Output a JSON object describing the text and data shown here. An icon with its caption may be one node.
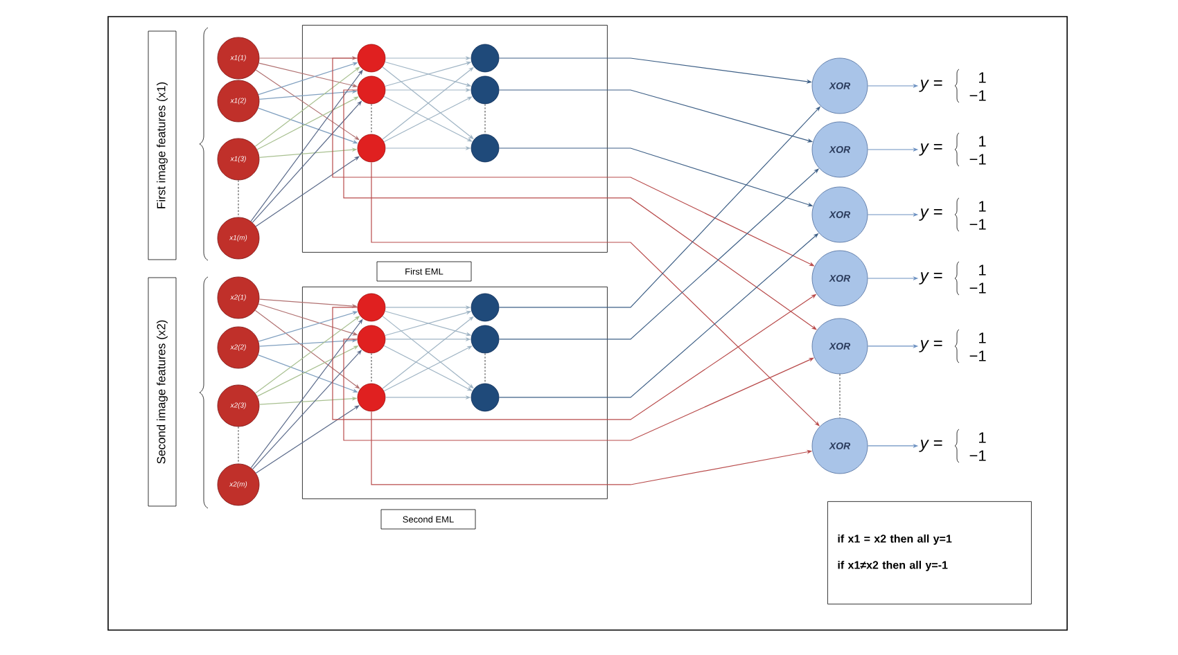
{
  "diagram": {
    "nodes": [
      {
        "text": [
          "First image features (x1)"
        ]
      },
      {
        "text": [
          "First EML"
        ]
      },
      {
        "text": [
          "x1(1)"
        ]
      },
      {
        "text": [
          "x1(2)"
        ]
      },
      {
        "text": [
          "x1(3)"
        ]
      },
      {
        "text": [
          "x1(m)"
        ]
      },
      {
        "text": [],
        "shape": "circle",
        "in": 1
      },
      {
        "text": [],
        "shape": "circle",
        "in": 1
      },
      {
        "text": [],
        "shape": "circle",
        "in": 1
      },
      {
        "text": [],
        "shape": "circle",
        "in": 1
      },
      {
        "text": [],
        "shape": "circle",
        "in": 1
      },
      {
        "text": [],
        "shape": "circle",
        "in": 1
      },
      {
        "text": [
          "Second image features (x2)"
        ]
      },
      {
        "text": [
          "Second EML"
        ]
      },
      {
        "text": [
          "x2(1)"
        ]
      },
      {
        "text": [
          "x2(2)"
        ]
      },
      {
        "text": [
          "x2(3)"
        ]
      },
      {
        "text": [
          "x2(m)"
        ]
      },
      {
        "text": [],
        "shape": "circle",
        "in": 13
      },
      {
        "text": [],
        "shape": "circle",
        "in": 13
      },
      {
        "text": [],
        "shape": "circle",
        "in": 13
      },
      {
        "text": [],
        "shape": "circle",
        "in": 13
      },
      {
        "text": [],
        "shape": "circle",
        "in": 13
      },
      {
        "text": [],
        "shape": "circle",
        "in": 13
      },
      {
        "text": [
          "XOR"
        ]
      },
      {
        "text": [
          "XOR"
        ]
      },
      {
        "text": [
          "XOR"
        ]
      },
      {
        "text": [
          "XOR"
        ]
      },
      {
        "text": [
          "XOR"
        ]
      },
      {
        "text": [
          "XOR"
        ]
      },
      {
        "text": [
          "y =",
          "1",
          "−1"
        ]
      },
      {
        "text": [
          "y =",
          "1",
          "−1"
        ]
      },
      {
        "text": [
          "y =",
          "1",
          "−1"
        ]
      },
      {
        "text": [
          "y =",
          "1",
          "−1"
        ]
      },
      {
        "text": [
          "y =",
          "1",
          "−1"
        ]
      },
      {
        "text": [
          "y =",
          "1",
          "−1"
        ]
      },
      {
        "text": [
          "if x1 = x2 then all y=1",
          "if x1≠x2 then all y=-1"
        ]
      }
    ],
    "edges": [
      {
        "from": 2,
        "to": 6,
        "arrow": "to",
        "color": "#b07070"
      },
      {
        "from": 2,
        "to": 7,
        "arrow": "to",
        "color": "#b07070"
      },
      {
        "from": 2,
        "to": 8,
        "arrow": "to",
        "color": "#b07070"
      },
      {
        "from": 3,
        "to": 6,
        "arrow": "to",
        "color": "#7f9fbf"
      },
      {
        "from": 3,
        "to": 7,
        "arrow": "to",
        "color": "#7f9fbf"
      },
      {
        "from": 3,
        "to": 8,
        "arrow": "to",
        "color": "#7f9fbf"
      },
      {
        "from": 4,
        "to": 6,
        "arrow": "to",
        "color": "#a8c090"
      },
      {
        "from": 4,
        "to": 7,
        "arrow": "to",
        "color": "#a8c090"
      },
      {
        "from": 4,
        "to": 8,
        "arrow": "to",
        "color": "#a8c090"
      },
      {
        "from": 5,
        "to": 6,
        "arrow": "to",
        "color": "#5a6a8a"
      },
      {
        "from": 5,
        "to": 7,
        "arrow": "to",
        "color": "#5a6a8a"
      },
      {
        "from": 5,
        "to": 8,
        "arrow": "to",
        "color": "#5a6a8a"
      },
      {
        "from": 6,
        "to": 9,
        "arrow": "to",
        "color": "#9fb4c4"
      },
      {
        "from": 6,
        "to": 10,
        "arrow": "to",
        "color": "#9fb4c4"
      },
      {
        "from": 6,
        "to": 11,
        "arrow": "to",
        "color": "#9fb4c4"
      },
      {
        "from": 7,
        "to": 9,
        "arrow": "to",
        "color": "#9fb4c4"
      },
      {
        "from": 7,
        "to": 10,
        "arrow": "to",
        "color": "#9fb4c4"
      },
      {
        "from": 7,
        "to": 11,
        "arrow": "to",
        "color": "#9fb4c4"
      },
      {
        "from": 8,
        "to": 9,
        "arrow": "to",
        "color": "#9fb4c4"
      },
      {
        "from": 8,
        "to": 10,
        "arrow": "to",
        "color": "#9fb4c4"
      },
      {
        "from": 8,
        "to": 11,
        "arrow": "to",
        "color": "#9fb4c4"
      },
      {
        "from": 9,
        "to": 24,
        "arrow": "to",
        "color": "#3d5f86"
      },
      {
        "from": 10,
        "to": 25,
        "arrow": "to",
        "color": "#3d5f86"
      },
      {
        "from": 11,
        "to": 26,
        "arrow": "to",
        "color": "#3d5f86"
      },
      {
        "from": 6,
        "to": 27,
        "arrow": "to",
        "color": "#b84a4a"
      },
      {
        "from": 7,
        "to": 28,
        "arrow": "to",
        "color": "#b84a4a"
      },
      {
        "from": 8,
        "to": 29,
        "arrow": "to",
        "color": "#b84a4a"
      },
      {
        "from": 4,
        "to": 5,
        "arrow": "none",
        "style": "dashed",
        "color": "#555555"
      },
      {
        "from": 7,
        "to": 8,
        "arrow": "none",
        "style": "dashed",
        "color": "#555555"
      },
      {
        "from": 10,
        "to": 11,
        "arrow": "none",
        "style": "dashed",
        "color": "#555555"
      },
      {
        "from": 14,
        "to": 18,
        "arrow": "to",
        "color": "#b07070"
      },
      {
        "from": 14,
        "to": 19,
        "arrow": "to",
        "color": "#b07070"
      },
      {
        "from": 14,
        "to": 20,
        "arrow": "to",
        "color": "#b07070"
      },
      {
        "from": 15,
        "to": 18,
        "arrow": "to",
        "color": "#7f9fbf"
      },
      {
        "from": 15,
        "to": 19,
        "arrow": "to",
        "color": "#7f9fbf"
      },
      {
        "from": 15,
        "to": 20,
        "arrow": "to",
        "color": "#7f9fbf"
      },
      {
        "from": 16,
        "to": 18,
        "arrow": "to",
        "color": "#a8c090"
      },
      {
        "from": 16,
        "to": 19,
        "arrow": "to",
        "color": "#a8c090"
      },
      {
        "from": 16,
        "to": 20,
        "arrow": "to",
        "color": "#a8c090"
      },
      {
        "from": 17,
        "to": 18,
        "arrow": "to",
        "color": "#5a6a8a"
      },
      {
        "from": 17,
        "to": 19,
        "arrow": "to",
        "color": "#5a6a8a"
      },
      {
        "from": 17,
        "to": 20,
        "arrow": "to",
        "color": "#5a6a8a"
      },
      {
        "from": 18,
        "to": 21,
        "arrow": "to",
        "color": "#9fb4c4"
      },
      {
        "from": 18,
        "to": 22,
        "arrow": "to",
        "color": "#9fb4c4"
      },
      {
        "from": 18,
        "to": 23,
        "arrow": "to",
        "color": "#9fb4c4"
      },
      {
        "from": 19,
        "to": 21,
        "arrow": "to",
        "color": "#9fb4c4"
      },
      {
        "from": 19,
        "to": 22,
        "arrow": "to",
        "color": "#9fb4c4"
      },
      {
        "from": 19,
        "to": 23,
        "arrow": "to",
        "color": "#9fb4c4"
      },
      {
        "from": 20,
        "to": 21,
        "arrow": "to",
        "color": "#9fb4c4"
      },
      {
        "from": 20,
        "to": 22,
        "arrow": "to",
        "color": "#9fb4c4"
      },
      {
        "from": 20,
        "to": 23,
        "arrow": "to",
        "color": "#9fb4c4"
      },
      {
        "from": 21,
        "to": 24,
        "arrow": "to",
        "color": "#3d5f86"
      },
      {
        "from": 22,
        "to": 25,
        "arrow": "to",
        "color": "#3d5f86"
      },
      {
        "from": 23,
        "to": 26,
        "arrow": "to",
        "color": "#3d5f86"
      },
      {
        "from": 18,
        "to": 27,
        "arrow": "to",
        "color": "#b84a4a"
      },
      {
        "from": 19,
        "to": 28,
        "arrow": "to",
        "color": "#b84a4a"
      },
      {
        "from": 20,
        "to": 29,
        "arrow": "to",
        "color": "#b84a4a"
      },
      {
        "from": 16,
        "to": 17,
        "arrow": "none",
        "style": "dashed",
        "color": "#555555"
      },
      {
        "from": 19,
        "to": 20,
        "arrow": "none",
        "style": "dashed",
        "color": "#555555"
      },
      {
        "from": 22,
        "to": 23,
        "arrow": "none",
        "style": "dashed",
        "color": "#555555"
      },
      {
        "from": 24,
        "to": 30,
        "arrow": "to",
        "color": "#6a8fc0"
      },
      {
        "from": 25,
        "to": 31,
        "arrow": "to",
        "color": "#6a8fc0"
      },
      {
        "from": 26,
        "to": 32,
        "arrow": "to",
        "color": "#6a8fc0"
      },
      {
        "from": 27,
        "to": 33,
        "arrow": "to",
        "color": "#6a8fc0"
      },
      {
        "from": 28,
        "to": 34,
        "arrow": "to",
        "color": "#6a8fc0"
      },
      {
        "from": 29,
        "to": 35,
        "arrow": "to",
        "color": "#6a8fc0"
      },
      {
        "from": 28,
        "to": 29,
        "arrow": "none",
        "style": "dashed",
        "color": "#555555"
      }
    ]
  }
}
